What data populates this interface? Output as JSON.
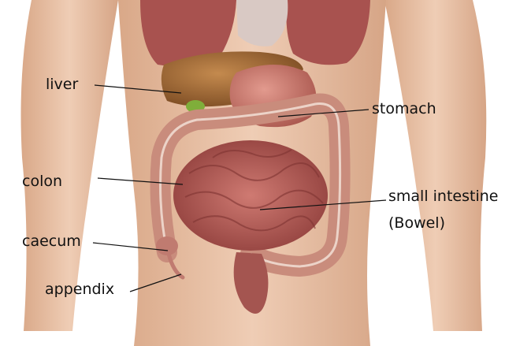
{
  "labels": {
    "liver": "liver",
    "stomach": "stomach",
    "colon": "colon",
    "small_intestine_line1": "small intestine",
    "small_intestine_line2": "(Bowel)",
    "caecum": "caecum",
    "appendix": "appendix"
  },
  "colors": {
    "background": "#ffffff",
    "skin": "#e7bfa4",
    "liver": "#9c6a3a",
    "stomach": "#c7796f",
    "intestine": "#b45e5a",
    "colon": "#c98c7c",
    "lung": "#a8524f",
    "leader_line": "#111111"
  }
}
